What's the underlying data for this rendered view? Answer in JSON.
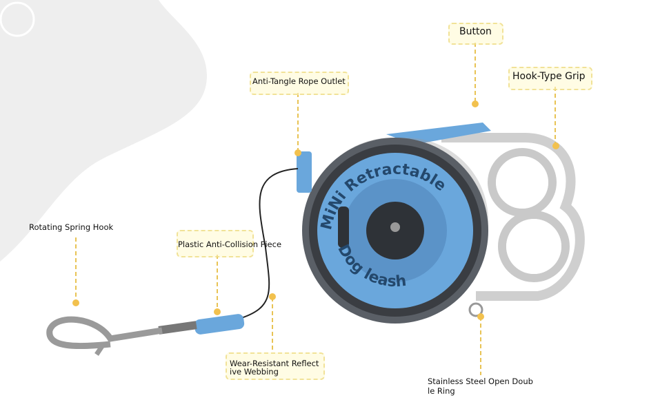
{
  "labels": {
    "button": "Button",
    "hook_grip": "Hook-Type Grip",
    "rope_outlet": "Anti-Tangle Rope Outlet",
    "spring_hook": "Rotating Spring Hook",
    "anti_collision": "Plastic Anti-Collision Piece",
    "webbing_1": "Wear-Resistant Reflect",
    "webbing_2": "ive Webbing",
    "ring_1": "Stainless Steel Open Doub",
    "ring_2": "le Ring"
  },
  "product": {
    "disc_text_top": "MiNi Retractable",
    "disc_text_bottom": "Dog leash"
  },
  "colors": {
    "accent_blue": "#6aa7dc",
    "callout": "#f2c14e"
  }
}
